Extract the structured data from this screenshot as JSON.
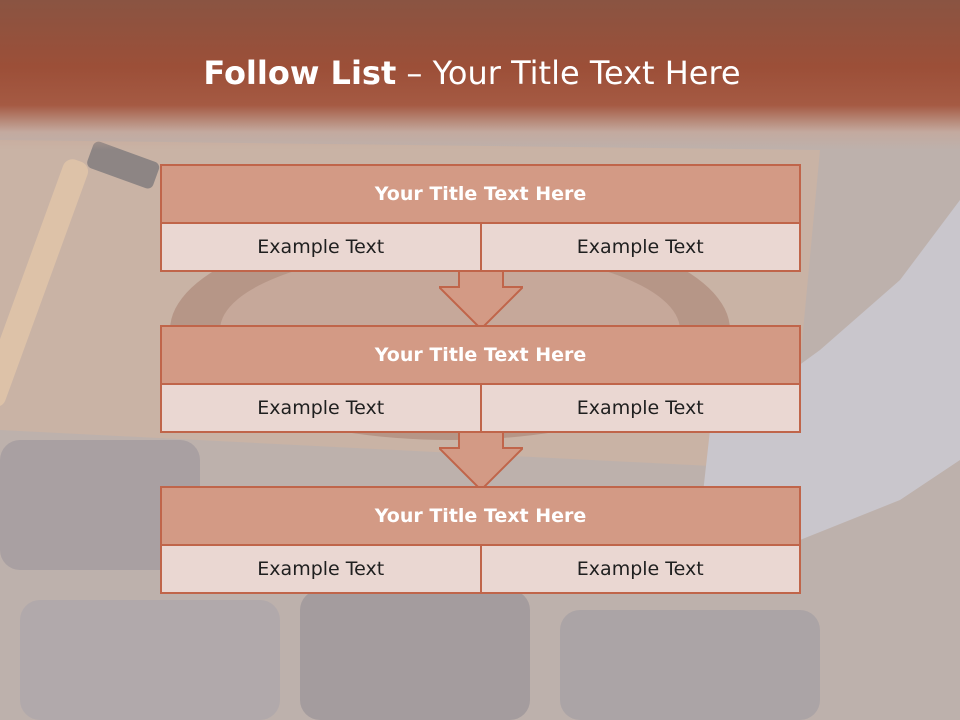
{
  "slide": {
    "title_bold": "Follow List",
    "title_rest": "– Your Title Text Here"
  },
  "blocks": [
    {
      "title": "Your Title Text Here",
      "left": "Example Text",
      "right": "Example Text"
    },
    {
      "title": "Your Title Text Here",
      "left": "Example Text",
      "right": "Example Text"
    },
    {
      "title": "Your Title Text Here",
      "left": "Example Text",
      "right": "Example Text"
    }
  ],
  "colors": {
    "accent": "#c0654a",
    "header_fill": "#d39a85",
    "cell_fill": "#ead7d2",
    "title_bar": "#9c4f38"
  }
}
